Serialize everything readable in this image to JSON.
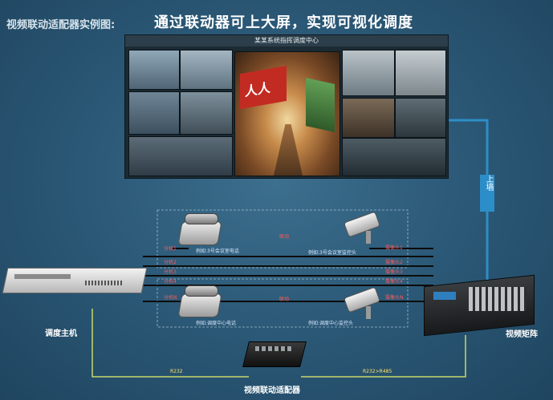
{
  "header": {
    "diagram_title": "视频联动适配器实例图:",
    "headline": "通过联动器可上大屏，实现可视化调度"
  },
  "video_wall": {
    "caption": "某某系统指挥调度中心",
    "banner_text": "人人"
  },
  "devices": {
    "dispatch_host": "调度主机",
    "video_matrix": "视频矩阵",
    "linkage_adapter": "视频联动适配器"
  },
  "uplink": {
    "label": "上墙"
  },
  "phone_top": {
    "caption": "例如:3号会议室电话"
  },
  "phone_bottom": {
    "caption": "例如:调度中心电话"
  },
  "camera_top": {
    "caption": "例如:3号会议室监控头"
  },
  "camera_bottom": {
    "caption": "例如:调度中心监控头"
  },
  "link_top": "联动",
  "link_bottom": "联动",
  "host_ports": [
    "分机1",
    "分机2",
    "分机3",
    "分机4",
    "分机N"
  ],
  "matrix_ports": [
    "摄像头1",
    "摄像头2",
    "摄像头3",
    "摄像头4",
    "摄像头N"
  ],
  "cables": {
    "left": "R232",
    "right": "R232>R485"
  },
  "colors": {
    "background": "#2c5a78",
    "accent_blue": "#2c8ec8",
    "cable_yellow": "#c8d86a",
    "port_red": "#ff5a5a"
  }
}
